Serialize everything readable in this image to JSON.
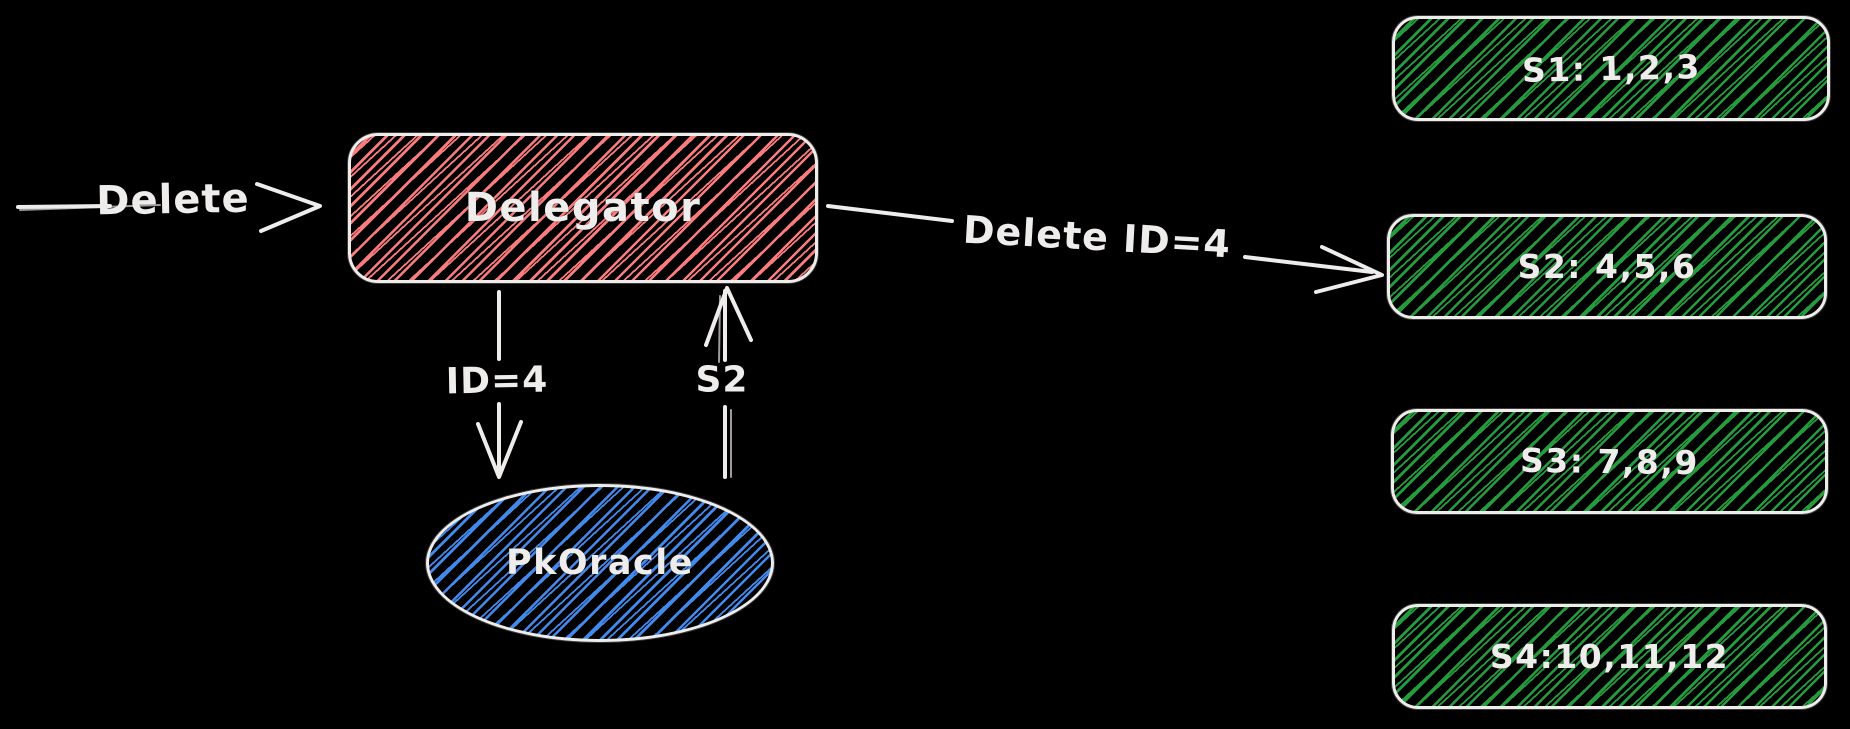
{
  "canvas": {
    "background": "#000000",
    "stroke": "#efecec"
  },
  "nodes": {
    "delegator": {
      "label": "Delegator",
      "fill": "#f97b7b",
      "shape": "rounded-rectangle"
    },
    "pk_oracle": {
      "label": "PkOracle",
      "fill": "#4189eb",
      "shape": "ellipse"
    },
    "shards": [
      {
        "label": "S1: 1,2,3",
        "fill": "#249c3e"
      },
      {
        "label": "S2: 4,5,6",
        "fill": "#249c3e"
      },
      {
        "label": "S3: 7,8,9",
        "fill": "#249c3e"
      },
      {
        "label": "S4:10,11,12",
        "fill": "#249c3e"
      }
    ]
  },
  "edges": {
    "incoming_delete": {
      "label": "Delete",
      "from": "external",
      "to": "delegator"
    },
    "delegator_to_s2": {
      "label": "Delete ID=4",
      "from": "delegator",
      "to": "shard-s2"
    },
    "delegator_to_oracle": {
      "label": "ID=4",
      "from": "delegator",
      "to": "pk_oracle"
    },
    "oracle_to_delegator": {
      "label": "S2",
      "from": "pk_oracle",
      "to": "delegator"
    }
  }
}
